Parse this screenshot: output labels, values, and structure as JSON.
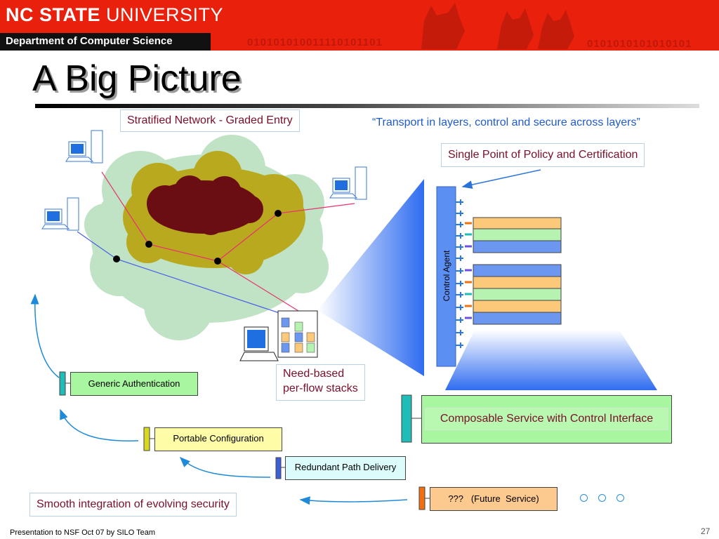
{
  "header": {
    "university_bold": "NC STATE",
    "university_rest": "UNIVERSITY",
    "department": "Department of Computer Science",
    "binary_1": "010101010011110101101",
    "binary_2": "0101010101010101"
  },
  "slide": {
    "title": "A Big Picture",
    "page_number": "27"
  },
  "labels": {
    "stratified": "Stratified Network - Graded Entry",
    "quote": "“Transport in layers, control and secure across layers”",
    "policy": "Single Point of Policy and Certification",
    "control_agent": "Control Agent",
    "need_based_1": "Need-based",
    "need_based_2": "per-flow stacks",
    "smooth": "Smooth integration of evolving security"
  },
  "services": {
    "generic_auth": "Generic Authentication",
    "portable_config": "Portable Configuration",
    "redundant_path": "Redundant Path Delivery",
    "future": "???   (Future  Service)",
    "composable": "Composable Service with Control Interface"
  },
  "colors": {
    "header_red": "#e8200c",
    "cloud_outer": "#bfe3c4",
    "cloud_mid": "#b9a91f",
    "cloud_core": "#6b0e14",
    "layer_orange": "#fcc97a",
    "layer_green": "#b6f2b0",
    "layer_blue": "#6c97f0",
    "control_blue": "#5b8ff2",
    "tab_teal": "#20bcb8",
    "tab_yellow": "#d8d820",
    "tab_blue": "#3c5fd8",
    "tab_orange": "#f07010"
  },
  "footer": {
    "presenter": "Presentation to NSF Oct 07 by SILO Team"
  }
}
